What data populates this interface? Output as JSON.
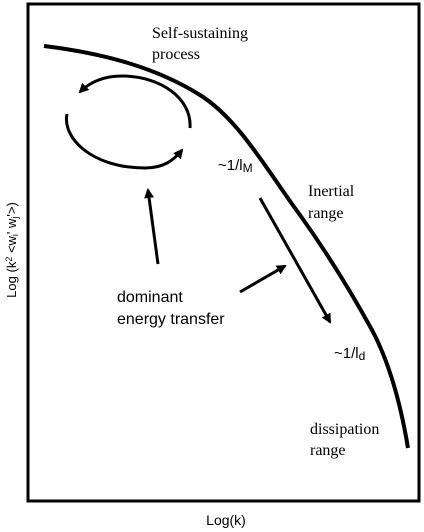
{
  "labels": {
    "self_sustaining_line1": "Self-sustaining",
    "self_sustaining_line2": "process",
    "inertial_line1": "Inertial",
    "inertial_line2": "range",
    "scale_m_prefix": "~1/l",
    "scale_m_sub": "M",
    "scale_d_prefix": "~1/l",
    "scale_d_sub": "d",
    "dominant_line1": "dominant",
    "dominant_line2": "energy transfer",
    "dissipation_line1": "dissipation",
    "dissipation_line2": "range"
  },
  "axes": {
    "x_label": "Log(k)",
    "y_label": "Log (k",
    "y_label_sup": "2",
    "y_label_rest": " <w",
    "y_label_i": "i",
    "y_label_mid": "' w",
    "y_label_j": "j",
    "y_label_end": "'>)"
  },
  "colors": {
    "ink": "#000000",
    "background": "#ffffff"
  }
}
